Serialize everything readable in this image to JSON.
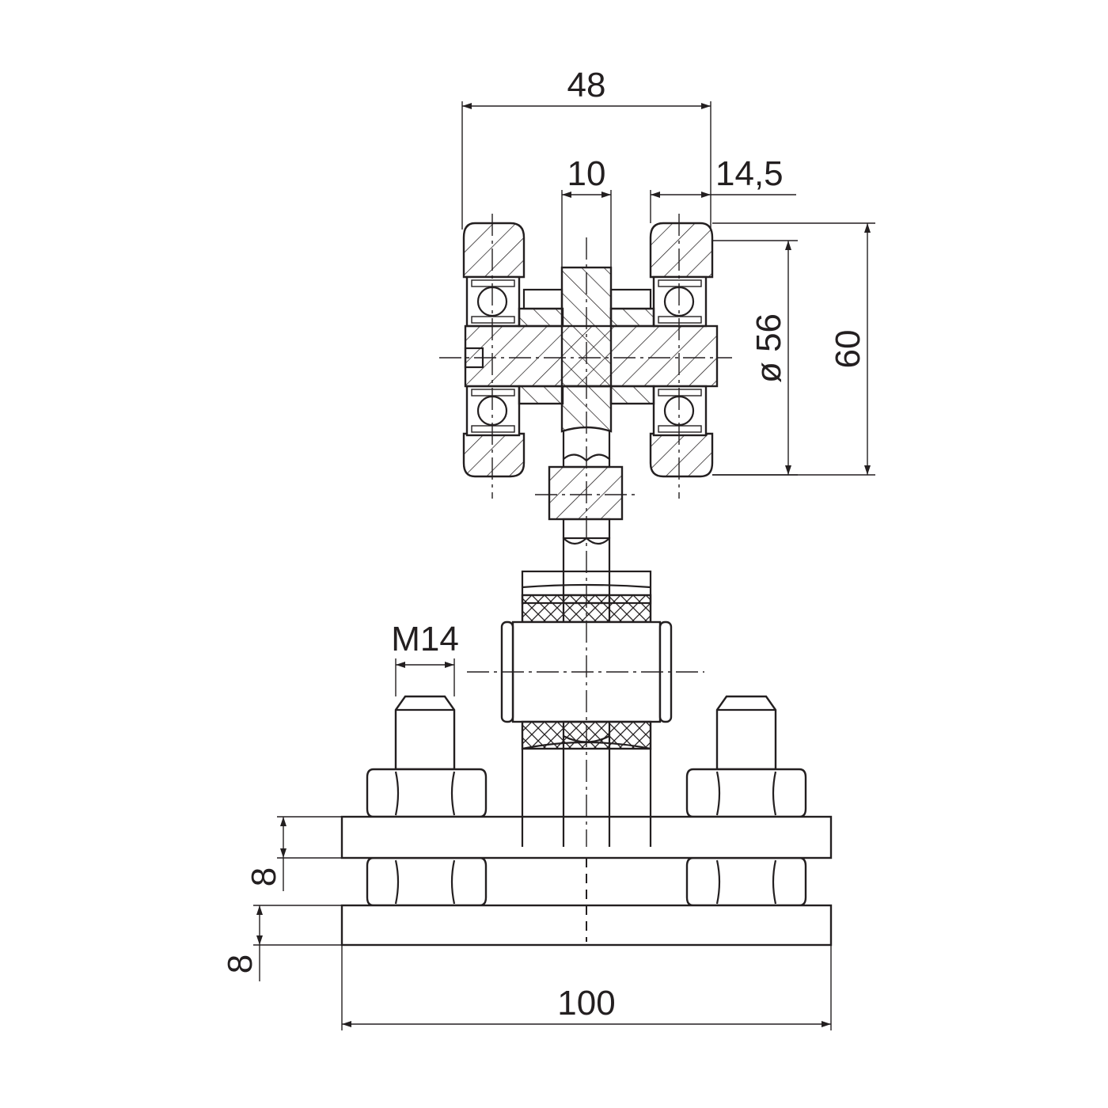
{
  "drawing": {
    "dimensions": {
      "overall_width": "48",
      "center_flange": "10",
      "wheel_width": "14,5",
      "wheel_diameter": "ø 56",
      "overall_height": "60",
      "thread": "M14",
      "plate_upper_thickness": "8",
      "plate_lower_thickness": "8",
      "plate_width": "100"
    },
    "colors": {
      "line": "#231f20",
      "background": "#ffffff"
    }
  }
}
